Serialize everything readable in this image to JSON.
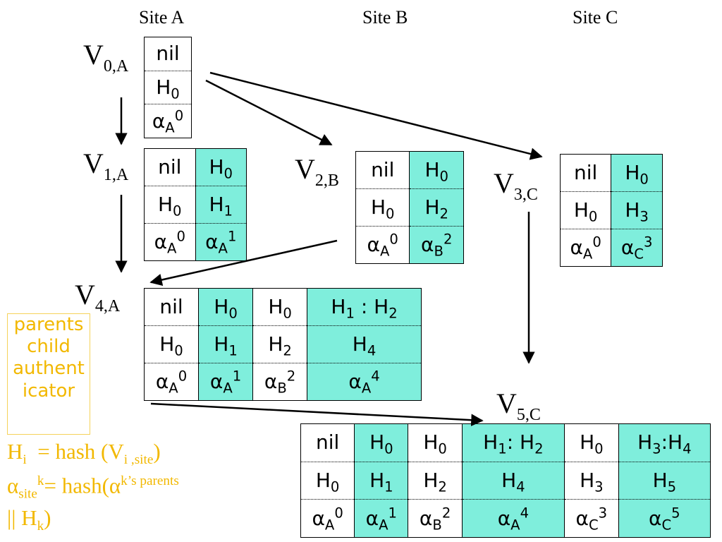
{
  "sites": [
    "Site A",
    "Site B",
    "Site C"
  ],
  "v0": {
    "label_main": "V",
    "label_sub": "0,A",
    "rows": [
      [
        {
          "b": "nil"
        }
      ],
      [
        {
          "b": "H",
          "s": "0"
        }
      ],
      [
        {
          "b": "α",
          "s": "A",
          "p": "0"
        }
      ]
    ]
  },
  "v1": {
    "label_main": "V",
    "label_sub": "1,A",
    "rows": [
      [
        {
          "b": "nil"
        },
        {
          "b": "H",
          "s": "0",
          "hl": true
        }
      ],
      [
        {
          "b": "H",
          "s": "0"
        },
        {
          "b": "H",
          "s": "1",
          "hl": true
        }
      ],
      [
        {
          "b": "α",
          "s": "A",
          "p": "0"
        },
        {
          "b": "α",
          "s": "A",
          "p": "1",
          "hl": true
        }
      ]
    ]
  },
  "v2": {
    "label_main": "V",
    "label_sub": "2,B",
    "rows": [
      [
        {
          "b": "nil"
        },
        {
          "b": "H",
          "s": "0",
          "hl": true
        }
      ],
      [
        {
          "b": "H",
          "s": "0"
        },
        {
          "b": "H",
          "s": "2",
          "hl": true
        }
      ],
      [
        {
          "b": "α",
          "s": "A",
          "p": "0"
        },
        {
          "b": "α",
          "s": "B",
          "p": "2",
          "hl": true
        }
      ]
    ]
  },
  "v3": {
    "label_main": "V",
    "label_sub": "3,C",
    "rows": [
      [
        {
          "b": "nil"
        },
        {
          "b": "H",
          "s": "0",
          "hl": true
        }
      ],
      [
        {
          "b": "H",
          "s": "0"
        },
        {
          "b": "H",
          "s": "3",
          "hl": true
        }
      ],
      [
        {
          "b": "α",
          "s": "A",
          "p": "0"
        },
        {
          "b": "α",
          "s": "C",
          "p": "3",
          "hl": true
        }
      ]
    ]
  },
  "v4": {
    "label_main": "V",
    "label_sub": "4,A",
    "rows": [
      [
        {
          "b": "nil"
        },
        {
          "b": "H",
          "s": "0",
          "hl": true
        },
        {
          "b": "H",
          "s": "0"
        },
        {
          "b": "H",
          "s": "1",
          "t": " : ",
          "b2": "H",
          "s2": "2",
          "hl": true
        }
      ],
      [
        {
          "b": "H",
          "s": "0"
        },
        {
          "b": "H",
          "s": "1",
          "hl": true
        },
        {
          "b": "H",
          "s": "2"
        },
        {
          "b": "H",
          "s": "4",
          "hl": true
        }
      ],
      [
        {
          "b": "α",
          "s": "A",
          "p": "0"
        },
        {
          "b": "α",
          "s": "A",
          "p": "1",
          "hl": true
        },
        {
          "b": "α",
          "s": "B",
          "p": "2"
        },
        {
          "b": "α",
          "s": "A",
          "p": "4",
          "hl": true
        }
      ]
    ]
  },
  "v5": {
    "label_main": "V",
    "label_sub": "5,C",
    "rows": [
      [
        {
          "b": "nil"
        },
        {
          "b": "H",
          "s": "0",
          "hl": true
        },
        {
          "b": "H",
          "s": "0"
        },
        {
          "b": "H",
          "s": "1",
          "t": ": ",
          "b2": "H",
          "s2": "2",
          "hl": true
        },
        {
          "b": "H",
          "s": "0"
        },
        {
          "b": "H",
          "s": "3",
          "t": ":",
          "b2": "H",
          "s2": "4",
          "hl": true
        }
      ],
      [
        {
          "b": "H",
          "s": "0"
        },
        {
          "b": "H",
          "s": "1",
          "hl": true
        },
        {
          "b": "H",
          "s": "2"
        },
        {
          "b": "H",
          "s": "4",
          "hl": true
        },
        {
          "b": "H",
          "s": "3"
        },
        {
          "b": "H",
          "s": "5",
          "hl": true
        }
      ],
      [
        {
          "b": "α",
          "s": "A",
          "p": "0"
        },
        {
          "b": "α",
          "s": "A",
          "p": "1",
          "hl": true
        },
        {
          "b": "α",
          "s": "B",
          "p": "2"
        },
        {
          "b": "α",
          "s": "A",
          "p": "4",
          "hl": true
        },
        {
          "b": "α",
          "s": "C",
          "p": "3"
        },
        {
          "b": "α",
          "s": "C",
          "p": "5",
          "hl": true
        }
      ]
    ]
  },
  "legend": [
    "parents",
    "child",
    "authent",
    "icator"
  ],
  "defs": {
    "h_main": "H",
    "h_sub": "i",
    "h_rest": "  = hash (V",
    "h_sub2": "i ,site",
    "h_end": ")",
    "a_main": "α",
    "a_sub": "site",
    "a_sup": "k",
    "a_rest": "= hash(α",
    "a_sup2": "k’s parents",
    "a_line2": "|| H",
    "a_line2_sub": "k",
    "a_line2_end": ")"
  },
  "colors": {
    "highlight": "#7FEEDC",
    "legend_text": "#F2B800",
    "legend_border": "#F5D25A"
  }
}
